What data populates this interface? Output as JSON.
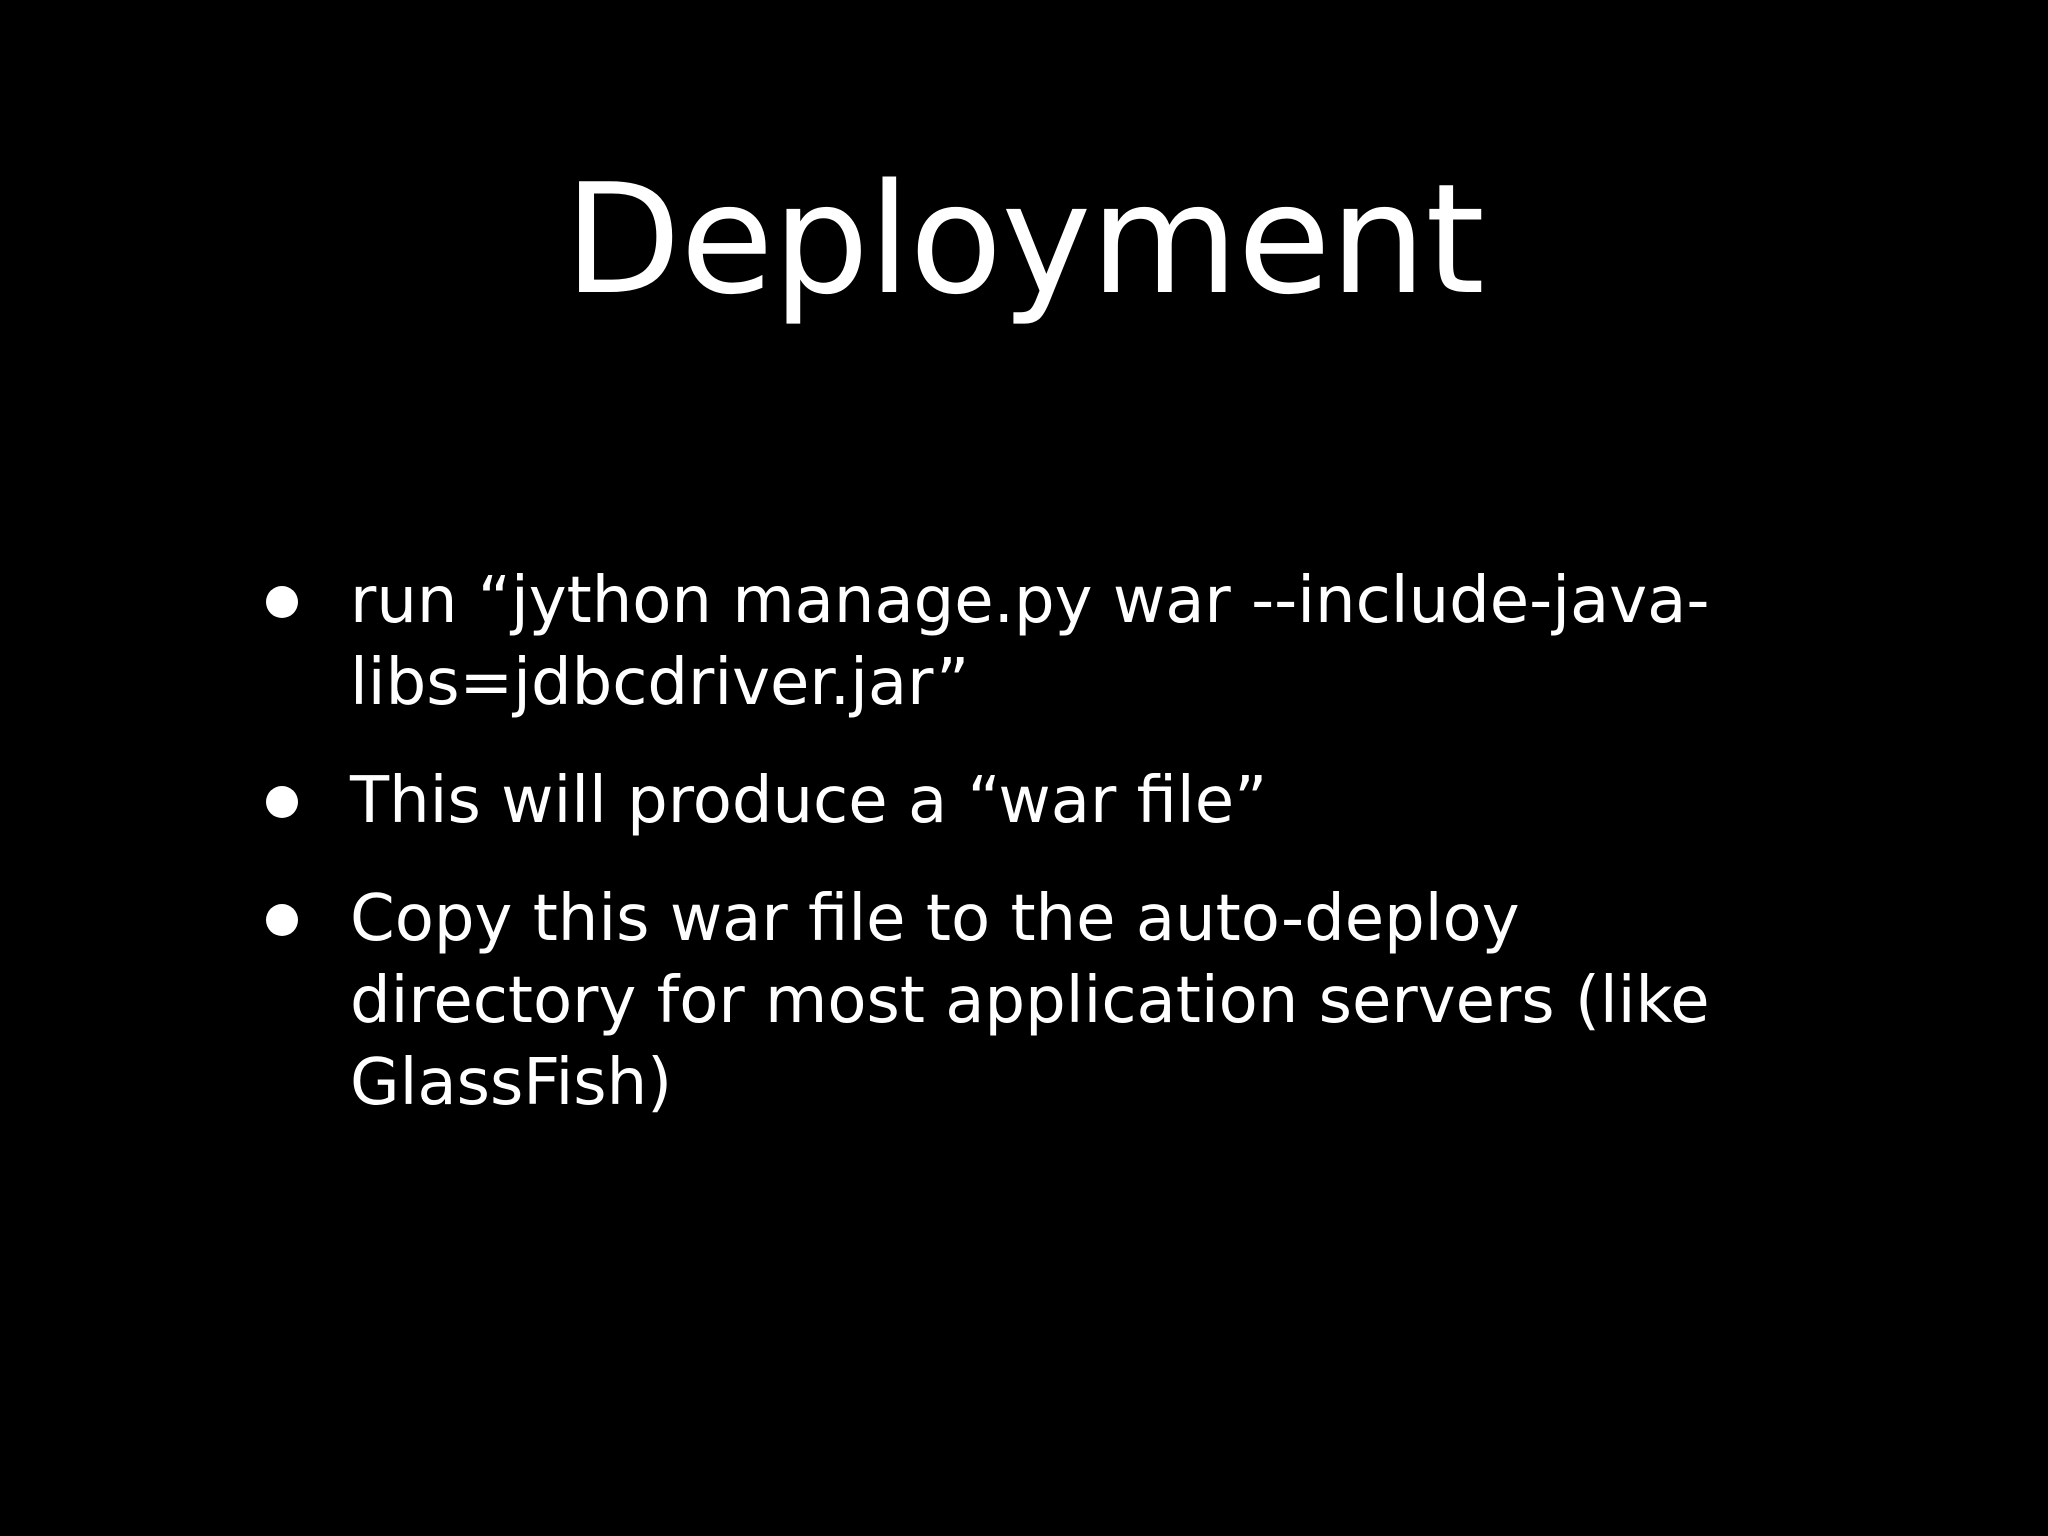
{
  "slide": {
    "title": "Deployment",
    "bullets": [
      {
        "text": "run “jython manage.py war --include-java-\nlibs=jdbcdriver.jar”"
      },
      {
        "text": "This will produce a “war file”"
      },
      {
        "text": "Copy this war file to the auto-deploy\ndirectory for most application servers (like\nGlassFish)"
      }
    ]
  },
  "colors": {
    "background": "#000000",
    "text": "#ffffff"
  }
}
